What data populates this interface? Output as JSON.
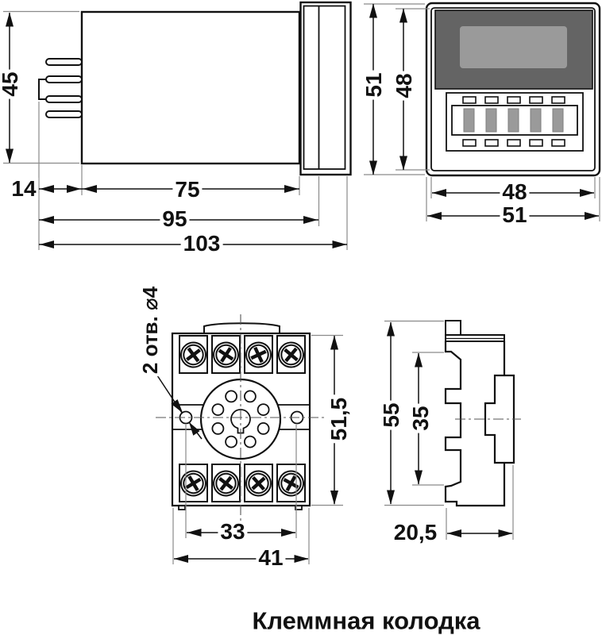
{
  "caption": "Клеммная колодка",
  "colors": {
    "line": "#111111",
    "display_bezel": "#646464",
    "display_window": "#9a9a9a",
    "switch_block": "#9a9a9a",
    "background": "#ffffff"
  },
  "relay_side_view": {
    "height": "45",
    "socket_depth": "14",
    "body_length": "75",
    "length_with_collar": "95",
    "total_length": "103"
  },
  "relay_front_view": {
    "outer_height": "51",
    "inner_height": "48",
    "inner_width": "48",
    "outer_width": "51"
  },
  "socket_top_view": {
    "holes_note": "2 отв. ⌀4",
    "height": "51,5",
    "mounting_hole_spacing": "33",
    "width": "41"
  },
  "socket_side_view": {
    "height": "55",
    "clip_span": "35",
    "depth": "20,5"
  }
}
